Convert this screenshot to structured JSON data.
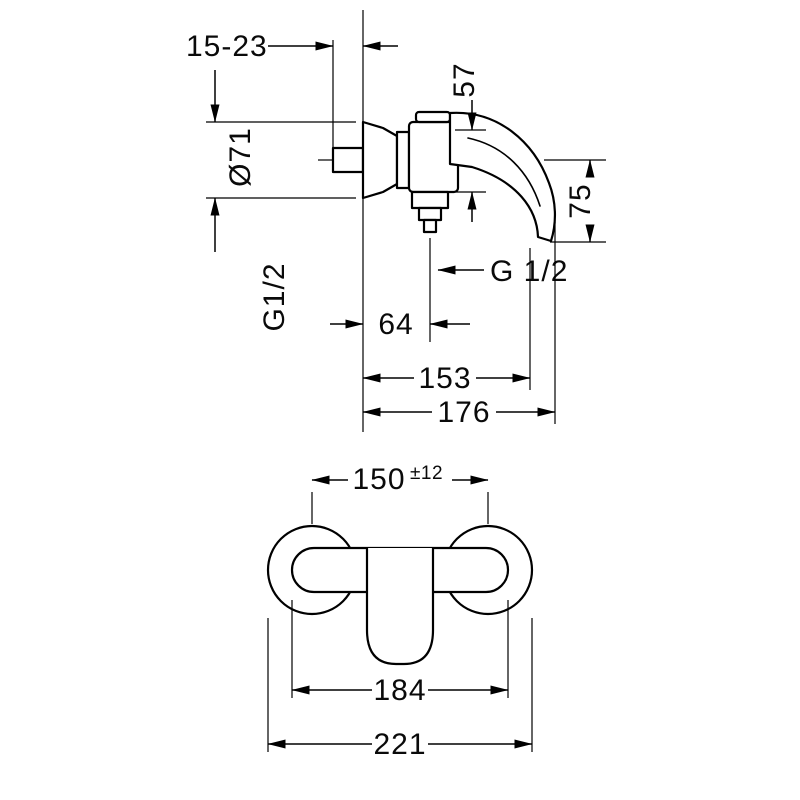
{
  "canvas": {
    "background": "#ffffff",
    "ink": "#000000"
  },
  "side_view": {
    "dims": {
      "wall_depth_range": "15-23",
      "escutcheon_diameter": "Ø71",
      "body_height": "57",
      "lever_drop": "75",
      "wall_connection_thread": "G1/2",
      "shower_outlet_thread": "G 1/2",
      "wall_to_outlet": "64",
      "wall_to_lever": "153",
      "total_projection": "176"
    }
  },
  "front_view": {
    "dims": {
      "connection_centres": "150",
      "connection_tolerance": "±12",
      "body_width": "184",
      "overall_width": "221"
    }
  }
}
